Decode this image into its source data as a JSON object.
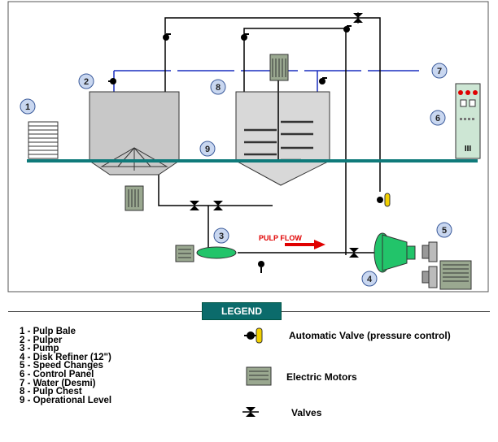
{
  "flow_label": "PULP FLOW",
  "markers": [
    "1",
    "2",
    "3",
    "4",
    "5",
    "6",
    "7",
    "8",
    "9"
  ],
  "legend": {
    "title": "LEGEND",
    "items": [
      "1 - Pulp Bale",
      "2 - Pulper",
      "3 - Pump",
      "4 - Disk Refiner (12\")",
      "5 - Speed Changes",
      "6 - Control Panel",
      "7 - Water (Desmi)",
      "8 - Pulp Chest",
      "9 - Operational Level"
    ],
    "symbols": {
      "auto_valve": "Automatic Valve (pressure control)",
      "motor": "Electric Motors",
      "valve": "Valves"
    }
  },
  "panel_text": "III",
  "colors": {
    "water_line": "#1a2fbf",
    "floor": "#0f7a7a",
    "equipment_green": "#22c46a",
    "flow_arrow": "#e00000",
    "marker_fill": "#c9d7f0",
    "tank_fill": "#c8c8c8"
  }
}
